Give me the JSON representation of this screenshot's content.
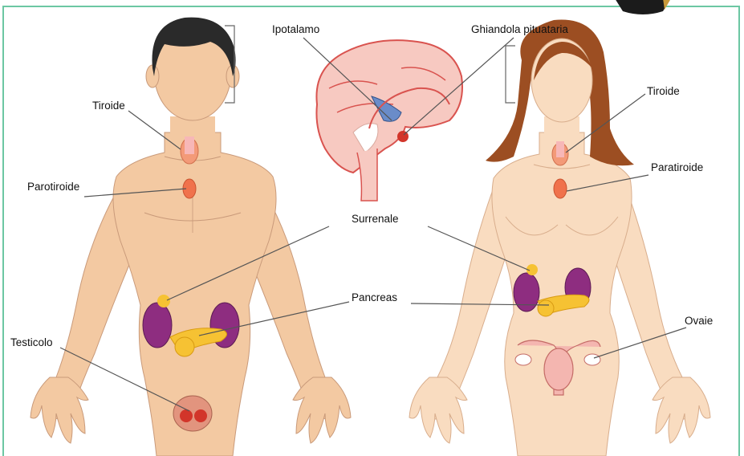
{
  "labels": {
    "ipotalamo": "Ipotalamo",
    "pituitaria": "Ghiandola pituataria",
    "tiroide_m": "Tiroide",
    "parotiroide": "Parotiroide",
    "tiroide_f": "Tiroide",
    "paratiroide": "Paratiroide",
    "surrenale": "Surrenale",
    "pancreas": "Pancreas",
    "testicolo": "Testicolo",
    "ovaie": "Ovaie"
  },
  "colors": {
    "frame": "#6cc7a3",
    "skin_male": "#f3c9a2",
    "skin_female": "#f9dcc0",
    "hair_male": "#2a2a2a",
    "hair_female": "#9c4e22",
    "kidney": "#8e2d80",
    "pancreas": "#f6c233",
    "thyroid": "#f39a78",
    "brain": "#f7c9c1",
    "leader": "#555555"
  }
}
